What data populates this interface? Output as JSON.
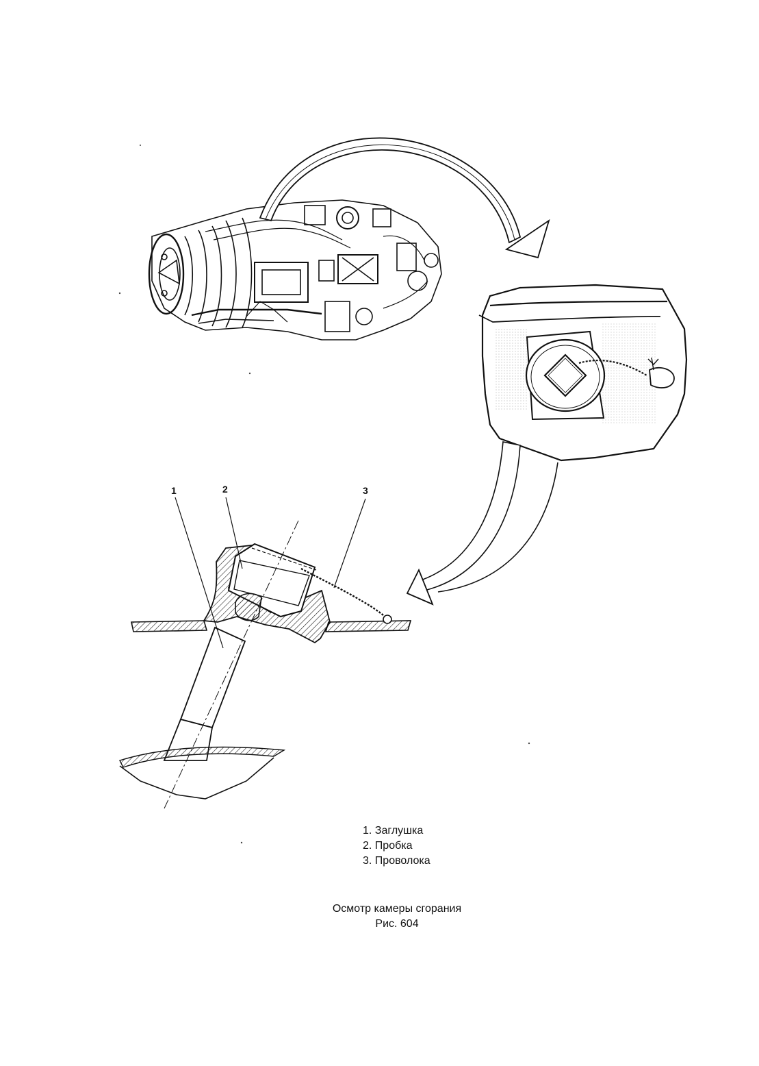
{
  "callouts": {
    "one": "1",
    "two": "2",
    "three": "3"
  },
  "legend": [
    "1. Заглушка",
    "2. Пробка",
    "3. Проволока"
  ],
  "caption": {
    "title": "Осмотр камеры сгорания",
    "figure": "Рис. 604"
  }
}
